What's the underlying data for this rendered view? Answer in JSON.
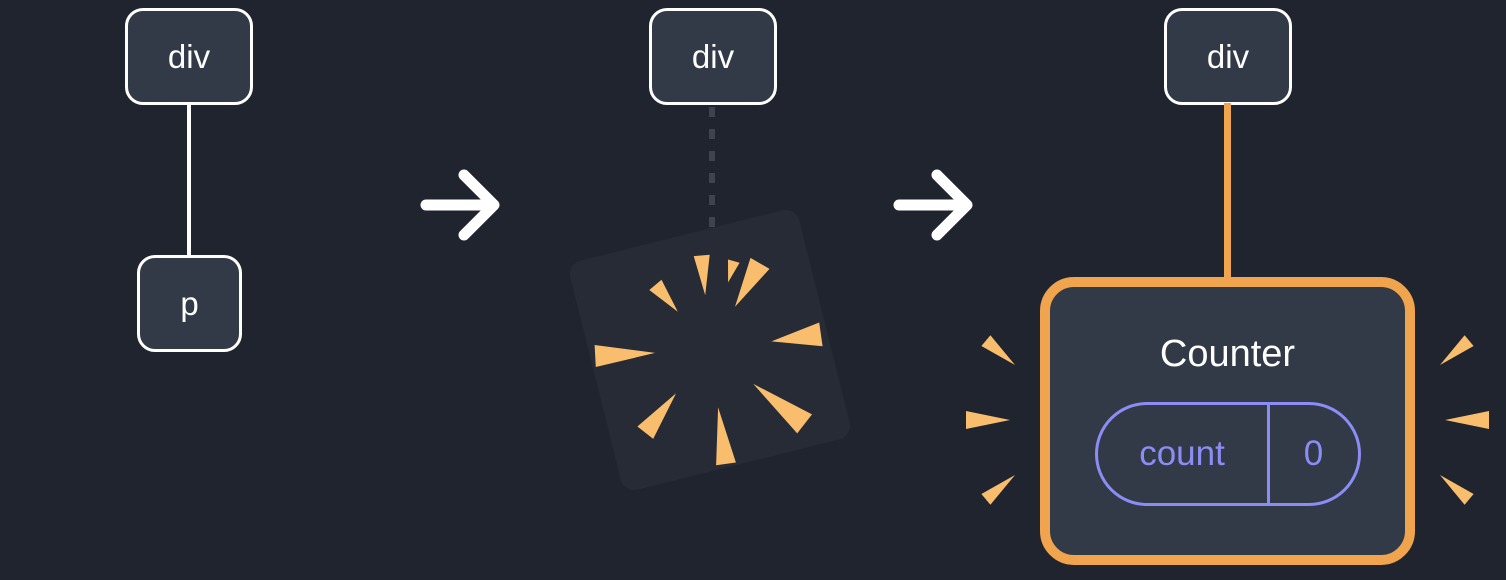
{
  "colors": {
    "background": "#20242e",
    "node_fill": "#323947",
    "node_border": "#ffffff",
    "text_white": "#ffffff",
    "square_fill": "#262b35",
    "connector_white": "#ffffff",
    "dash_gray": "#3e434e",
    "orange": "#f0a44e",
    "burst_orange": "#f9be6d",
    "purple": "#8b8df4"
  },
  "stages": {
    "before": {
      "parent_tag": "div",
      "child_tag": "p"
    },
    "during": {
      "parent_tag": "div"
    },
    "after": {
      "parent_tag": "div",
      "component_title": "Counter",
      "state_label": "count",
      "state_value": "0"
    }
  }
}
